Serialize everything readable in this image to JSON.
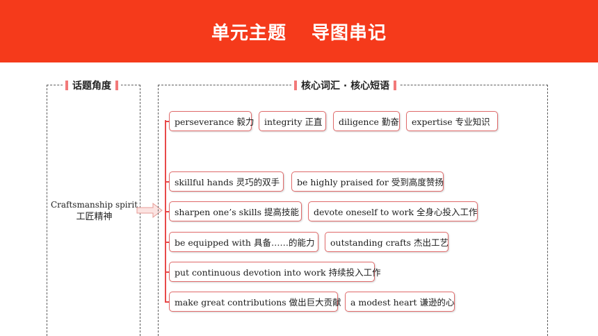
{
  "header": {
    "title_part1": "单元主题",
    "title_part2": "导图串记"
  },
  "left_panel": {
    "heading": "话题角度",
    "topic_en": "Craftsmanship spirit",
    "topic_zh": "工匠精神"
  },
  "right_panel": {
    "heading": "核心词汇 · 核心短语",
    "rows": [
      [
        "perseverance 毅力",
        "integrity 正直",
        "diligence 勤奋",
        "expertise 专业知识"
      ],
      [
        "skillful hands 灵巧的双手",
        "be highly praised for 受到高度赞扬"
      ],
      [
        "sharpen one’s skills 提高技能",
        "devote oneself to work 全身心投入工作"
      ],
      [
        "be equipped with 具备……的能力",
        "outstanding crafts 杰出工艺"
      ],
      [
        "put continuous devotion into work 持续投入工作"
      ],
      [
        "make great contributions 做出巨大贡献",
        "a modest heart 谦逊的心"
      ]
    ]
  },
  "colors": {
    "banner": "#f53a1b",
    "accent": "#e84848"
  }
}
